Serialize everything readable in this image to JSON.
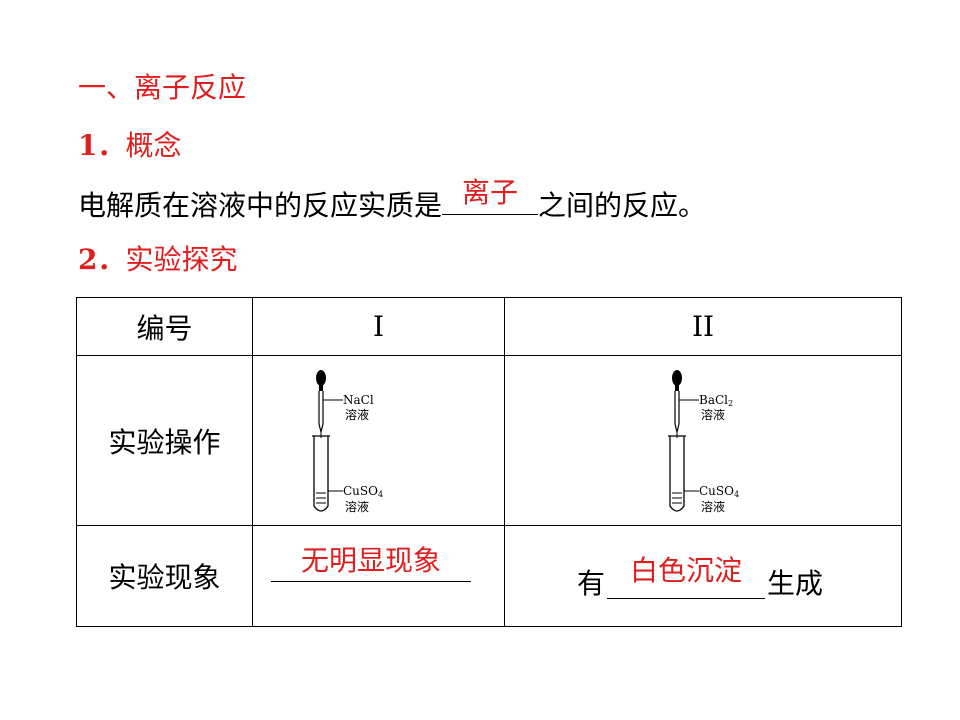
{
  "heading": "一、离子反应",
  "concept": {
    "num": "1．",
    "title": "概念"
  },
  "sentence": {
    "before": "电解质在溶液中的反应实质是",
    "answer": "离子",
    "after": "之间的反应。"
  },
  "explore": {
    "num": "2．",
    "title": "实验探究"
  },
  "table": {
    "col_header": "编号",
    "exp1": "I",
    "exp2": "II",
    "row_operation": "实验操作",
    "row_phenomenon": "实验现象",
    "exp1_dropper_reagent": "NaCl",
    "exp1_dropper_solution": "溶液",
    "exp1_tube_reagent": "CuSO",
    "exp1_tube_sub": "4",
    "exp1_tube_solution": "溶液",
    "exp2_dropper_reagent": "BaCl",
    "exp2_dropper_sub": "2",
    "exp2_dropper_solution": "溶液",
    "exp2_tube_reagent": "CuSO",
    "exp2_tube_sub": "4",
    "exp2_tube_solution": "溶液",
    "exp1_result": "无明显现象",
    "exp2_prefix": "有",
    "exp2_result": "白色沉淀",
    "exp2_suffix": "生成"
  },
  "colors": {
    "red": "#e11e1e",
    "black": "#000000"
  }
}
